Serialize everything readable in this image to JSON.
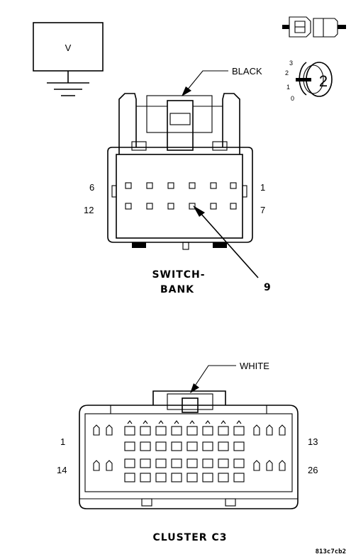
{
  "legend": {
    "box_label": "V",
    "key_positions": [
      "3",
      "2",
      "1",
      "0"
    ],
    "key_label": "2"
  },
  "switch_bank": {
    "color_label": "BLACK",
    "pin_labels": {
      "top_left": "6",
      "top_right": "1",
      "bottom_left": "12",
      "bottom_right": "7",
      "callout": "9"
    },
    "title_line1": "SWITCH-",
    "title_line2": "BANK"
  },
  "cluster_c3": {
    "color_label": "WHITE",
    "pin_labels": {
      "top_left": "1",
      "top_right": "13",
      "bottom_left": "14",
      "bottom_right": "26"
    },
    "title": "CLUSTER C3"
  },
  "figure_id": "813c7cb2"
}
